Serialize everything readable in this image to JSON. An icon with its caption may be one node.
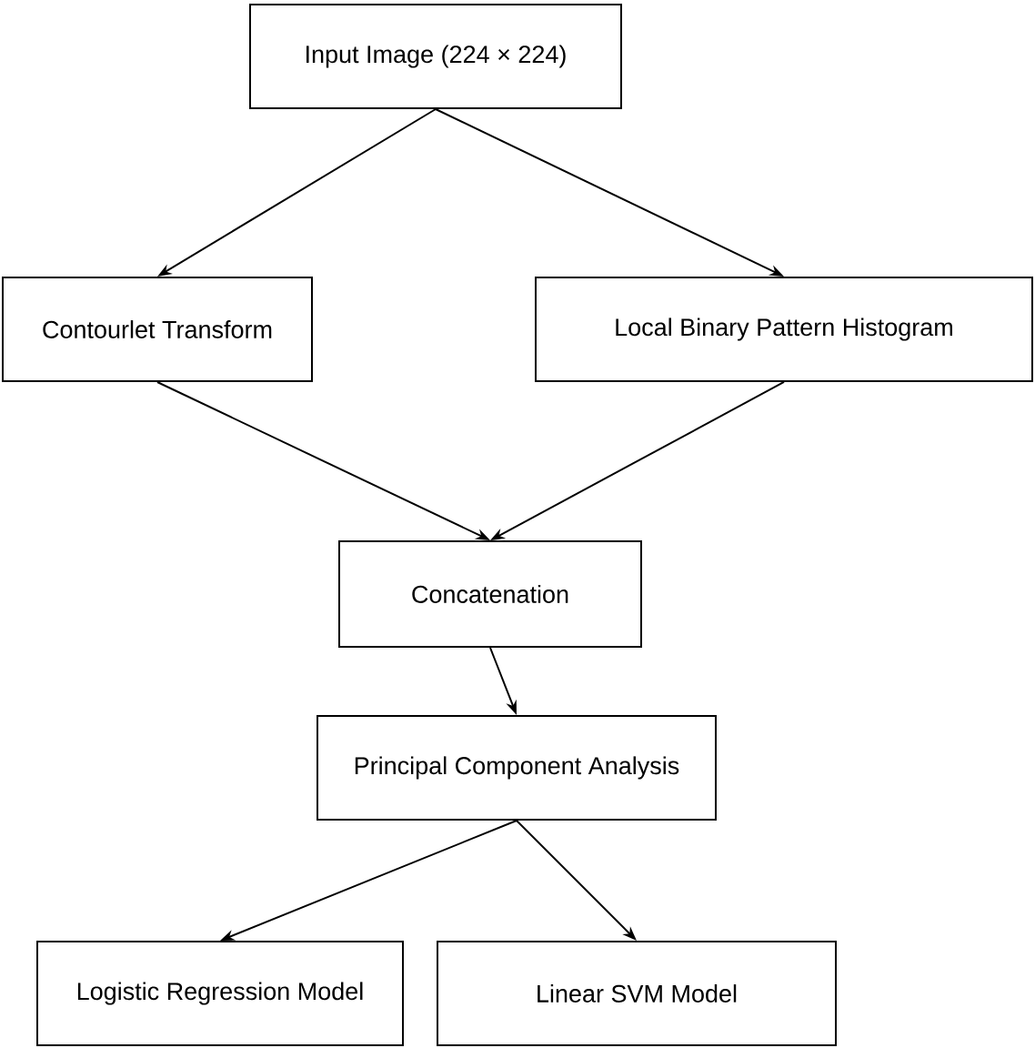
{
  "diagram": {
    "nodes": [
      {
        "text": [
          "Input Image (224 × 224)"
        ]
      },
      {
        "text": [
          "Contourlet Transform"
        ]
      },
      {
        "text": [
          "Local Binary Pattern Histogram"
        ]
      },
      {
        "text": [
          "Concatenation"
        ]
      },
      {
        "text": [
          "Principal Component Analysis"
        ]
      },
      {
        "text": [
          "Logistic Regression Model"
        ]
      },
      {
        "text": [
          "Linear SVM Model"
        ]
      }
    ],
    "edges": [
      {
        "from": 0,
        "to": 1,
        "arrow": "to"
      },
      {
        "from": 0,
        "to": 2,
        "arrow": "to"
      },
      {
        "from": 1,
        "to": 3,
        "arrow": "to"
      },
      {
        "from": 2,
        "to": 3,
        "arrow": "to"
      },
      {
        "from": 3,
        "to": 4,
        "arrow": "to"
      },
      {
        "from": 4,
        "to": 5,
        "arrow": "to"
      },
      {
        "from": 4,
        "to": 6,
        "arrow": "to"
      }
    ]
  }
}
